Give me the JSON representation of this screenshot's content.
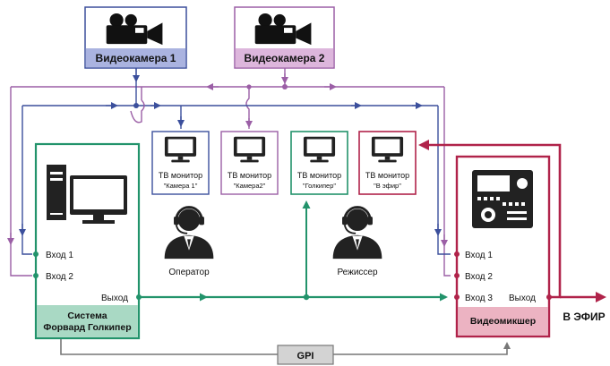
{
  "colors": {
    "blue": "#3b4f9c",
    "purple": "#9b5fa6",
    "green": "#22936b",
    "red": "#b0234a",
    "gray": "#777777",
    "cam1_fill": "#aab3e0",
    "cam2_fill": "#ddb6dc",
    "green_fill": "#a9d9c4",
    "red_fill": "#ecb3c2"
  },
  "cameras": [
    {
      "label": "Видеокамера 1",
      "icon": "video-camera-icon"
    },
    {
      "label": "Видеокамера 2",
      "icon": "video-camera-icon"
    }
  ],
  "monitors": [
    {
      "line1": "ТВ монитор",
      "line2": "\"Камера 1\"",
      "icon": "tv-monitor-icon"
    },
    {
      "line1": "ТВ монитор",
      "line2": "\"Камера2\"",
      "icon": "tv-monitor-icon"
    },
    {
      "line1": "ТВ монитор",
      "line2": "\"Голкипер\"",
      "icon": "tv-monitor-icon"
    },
    {
      "line1": "ТВ монитор",
      "line2": "\"В эфир\"",
      "icon": "tv-monitor-icon"
    }
  ],
  "system": {
    "title_line1": "Система",
    "title_line2": "Форвард Голкипер",
    "input1": "Вход 1",
    "input2": "Вход 2",
    "output": "Выход",
    "icon": "computer-icon"
  },
  "mixer": {
    "title": "Видеомикшер",
    "input1": "Вход 1",
    "input2": "Вход 2",
    "input3": "Вход 3",
    "output": "Выход",
    "icon": "video-mixer-icon"
  },
  "people": [
    {
      "label": "Оператор",
      "icon": "operator-headset-icon"
    },
    {
      "label": "Режиссер",
      "icon": "director-headset-icon"
    }
  ],
  "on_air": "В ЭФИР",
  "gpi": "GPI"
}
